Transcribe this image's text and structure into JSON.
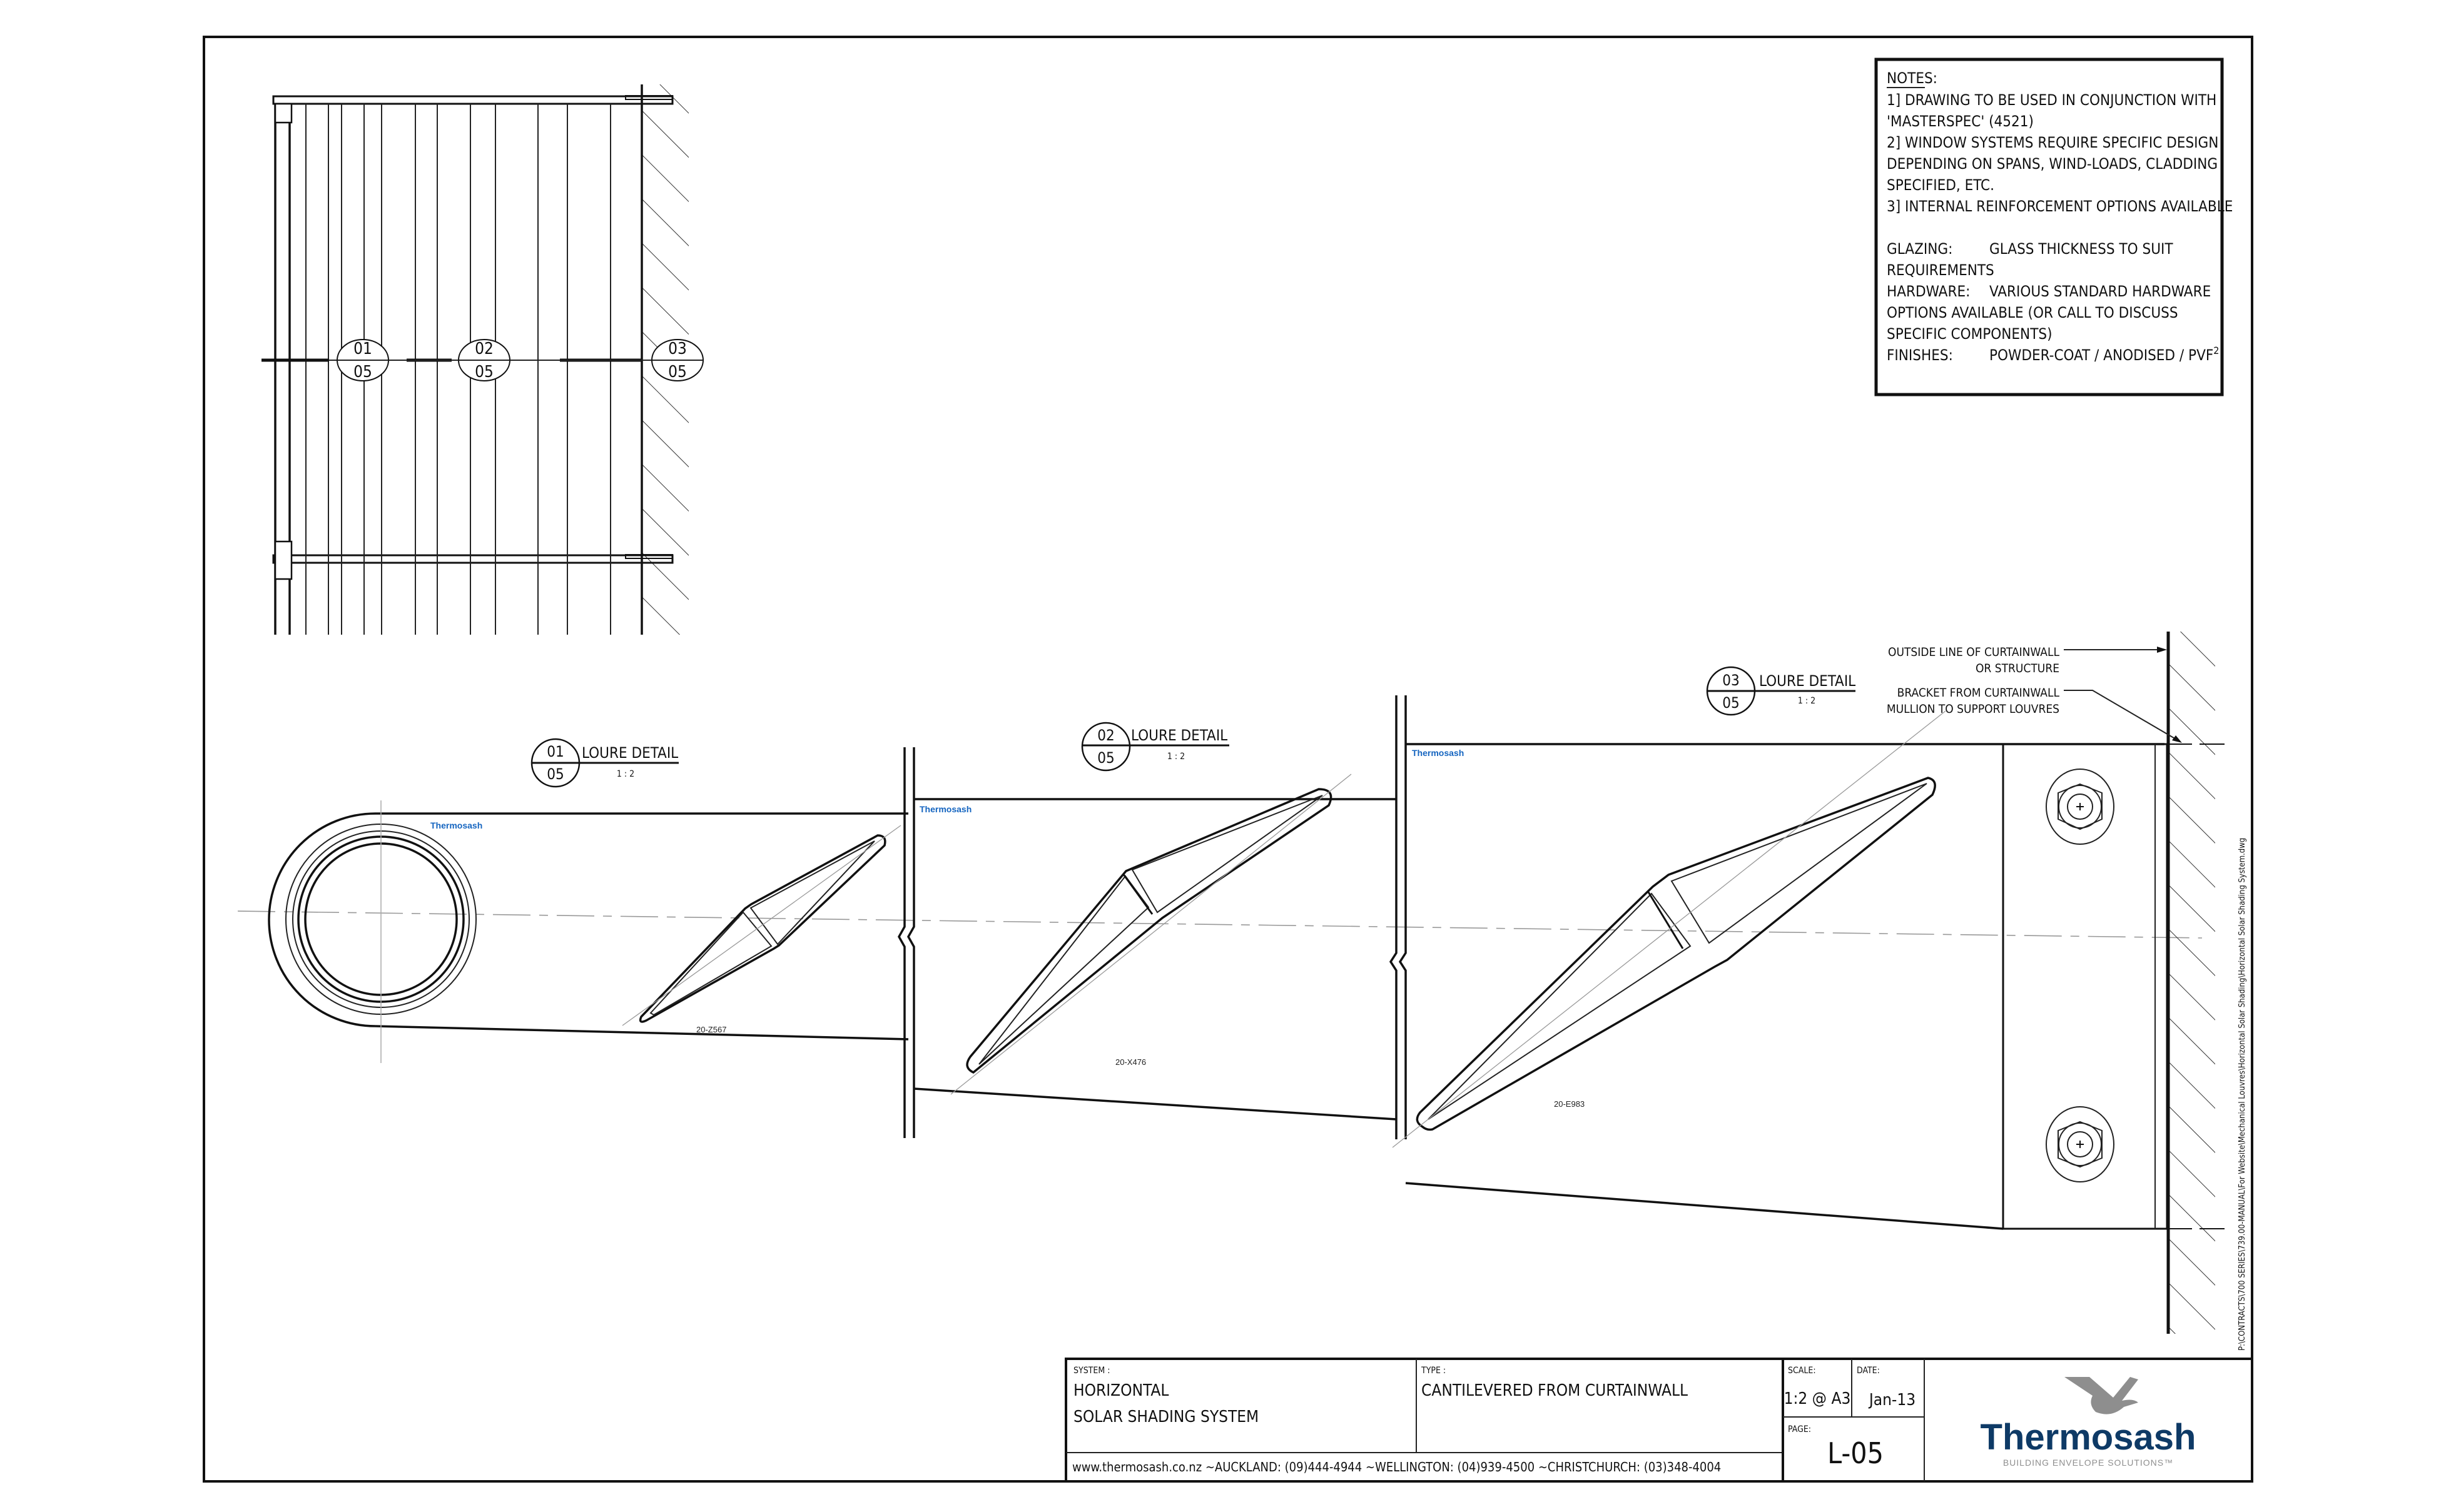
{
  "notes": {
    "heading": "NOTES:",
    "lines": [
      "1] DRAWING TO BE USED IN CONJUNCTION WITH",
      "'MASTERSPEC' (4521)",
      "2] WINDOW SYSTEMS REQUIRE SPECIFIC DESIGN",
      "DEPENDING ON SPANS, WIND-LOADS, CLADDING",
      "SPECIFIED, ETC.",
      "3] INTERNAL REINFORCEMENT OPTIONS AVAILABLE"
    ],
    "glazing_label": "GLAZING:",
    "glazing_value": "GLASS THICKNESS TO SUIT",
    "glazing_value_2": "REQUIREMENTS",
    "hardware_label": "HARDWARE:",
    "hardware_value": "VARIOUS STANDARD HARDWARE",
    "hardware_value_2": "OPTIONS AVAILABLE (OR CALL TO DISCUSS",
    "hardware_value_3": "SPECIFIC COMPONENTS)",
    "finishes_label": "FINISHES:",
    "finishes_value": "POWDER-COAT / ANODISED / PVF",
    "finishes_sup": "2"
  },
  "elevation": {
    "section_markers": [
      {
        "top": "01",
        "bottom": "05"
      },
      {
        "top": "02",
        "bottom": "05"
      },
      {
        "top": "03",
        "bottom": "05"
      }
    ]
  },
  "details": [
    {
      "num": "01",
      "page": "05",
      "title": "LOURE DETAIL",
      "scale": "1 : 2",
      "profile_code": "20-Z567",
      "brand": "Thermosash"
    },
    {
      "num": "02",
      "page": "05",
      "title": "LOURE DETAIL",
      "scale": "1 : 2",
      "profile_code": "20-X476",
      "brand": "Thermosash"
    },
    {
      "num": "03",
      "page": "05",
      "title": "LOURE DETAIL",
      "scale": "1 : 2",
      "profile_code": "20-E983",
      "brand": "Thermosash"
    }
  ],
  "callouts": {
    "outside_line_1": "OUTSIDE LINE OF CURTAINWALL",
    "outside_line_2": "OR STRUCTURE",
    "bracket_1": "BRACKET FROM CURTAINWALL",
    "bracket_2": "MULLION TO SUPPORT LOUVRES"
  },
  "file_path": "P:\\CONTRACTS\\700 SERIES\\739.00-MANUAL\\For Website\\Mechanical Louvres\\Horizontal Solar Shading\\Horizontal Solar Shading System.dwg",
  "title_block": {
    "system_label": "SYSTEM :",
    "system_line1": "HORIZONTAL",
    "system_line2": "SOLAR SHADING SYSTEM",
    "type_label": "TYPE :",
    "type_value": "CANTILEVERED FROM CURTAINWALL",
    "scale_label": "SCALE:",
    "scale_value": "1:2 @ A3",
    "date_label": "DATE:",
    "date_value": "Jan-13",
    "page_label": "PAGE:",
    "page_value": "L-05",
    "contact_line": "www.thermosash.co.nz ~AUCKLAND: (09)444-4944 ~WELLINGTON: (04)939-4500 ~CHRISTCHURCH: (03)348-4004",
    "logo_name": "Thermosash",
    "logo_tagline": "BUILDING ENVELOPE SOLUTIONS™"
  },
  "colors": {
    "brand_navy": "#0e3a66",
    "brand_blue": "#1565c0",
    "logo_grey": "#8e8e8e",
    "line": "#111111"
  }
}
